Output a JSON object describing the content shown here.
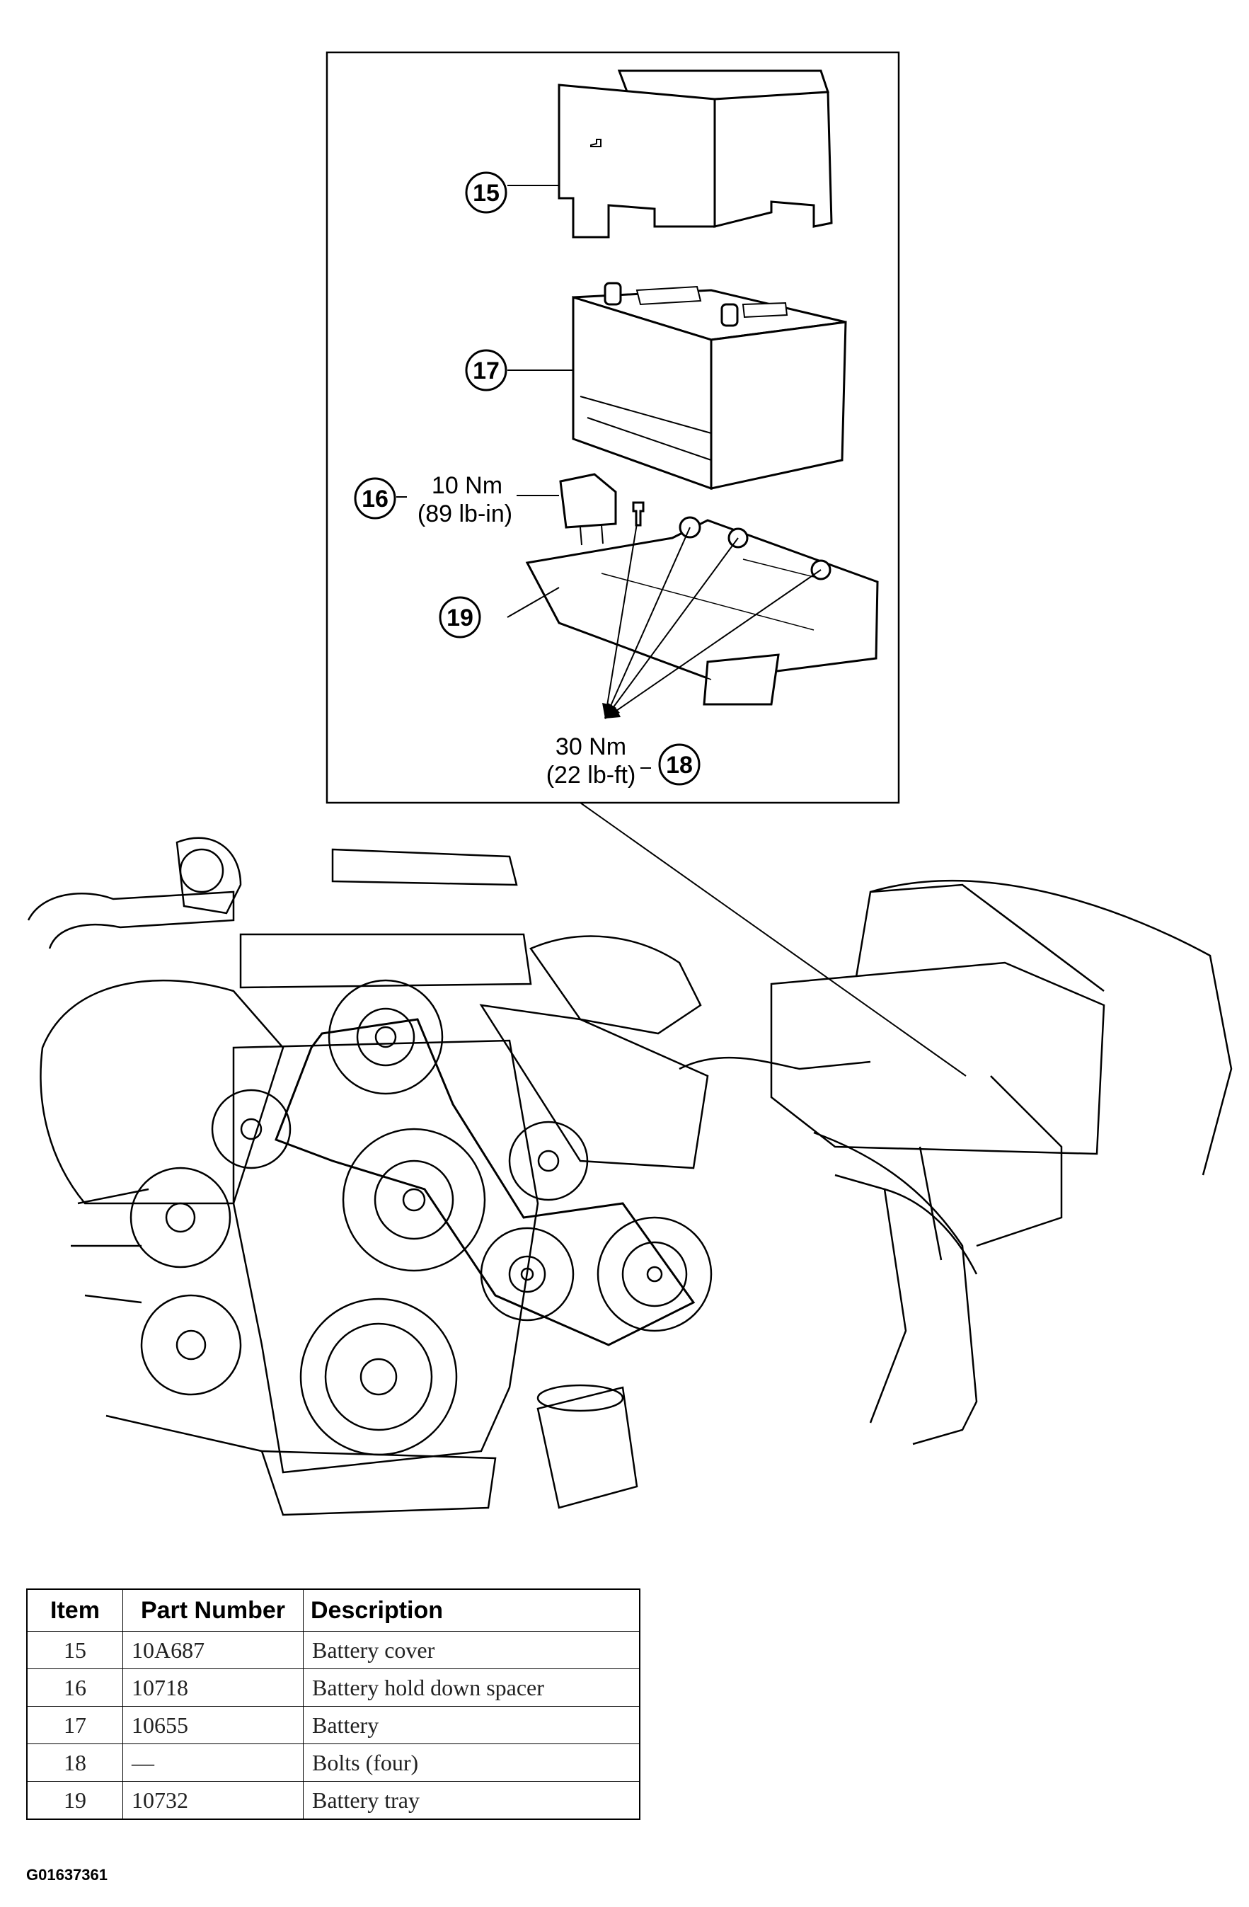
{
  "callouts": [
    {
      "id": "15",
      "label": "15"
    },
    {
      "id": "17",
      "label": "17"
    },
    {
      "id": "16",
      "label": "16"
    },
    {
      "id": "19",
      "label": "19"
    },
    {
      "id": "18",
      "label": "18"
    }
  ],
  "torque": {
    "spacer_nm": "10 Nm",
    "spacer_imperial": "(89 lb-in)",
    "bolts_nm": "30 Nm",
    "bolts_imperial": "(22 lb-ft)"
  },
  "table": {
    "headers": [
      "Item",
      "Part Number",
      "Description"
    ],
    "rows": [
      [
        "15",
        "10A687",
        "Battery cover"
      ],
      [
        "16",
        "10718",
        "Battery hold down spacer"
      ],
      [
        "17",
        "10655",
        "Battery"
      ],
      [
        "18",
        "—",
        "Bolts (four)"
      ],
      [
        "19",
        "10732",
        "Battery tray"
      ]
    ]
  },
  "figure_id": "G01637361"
}
